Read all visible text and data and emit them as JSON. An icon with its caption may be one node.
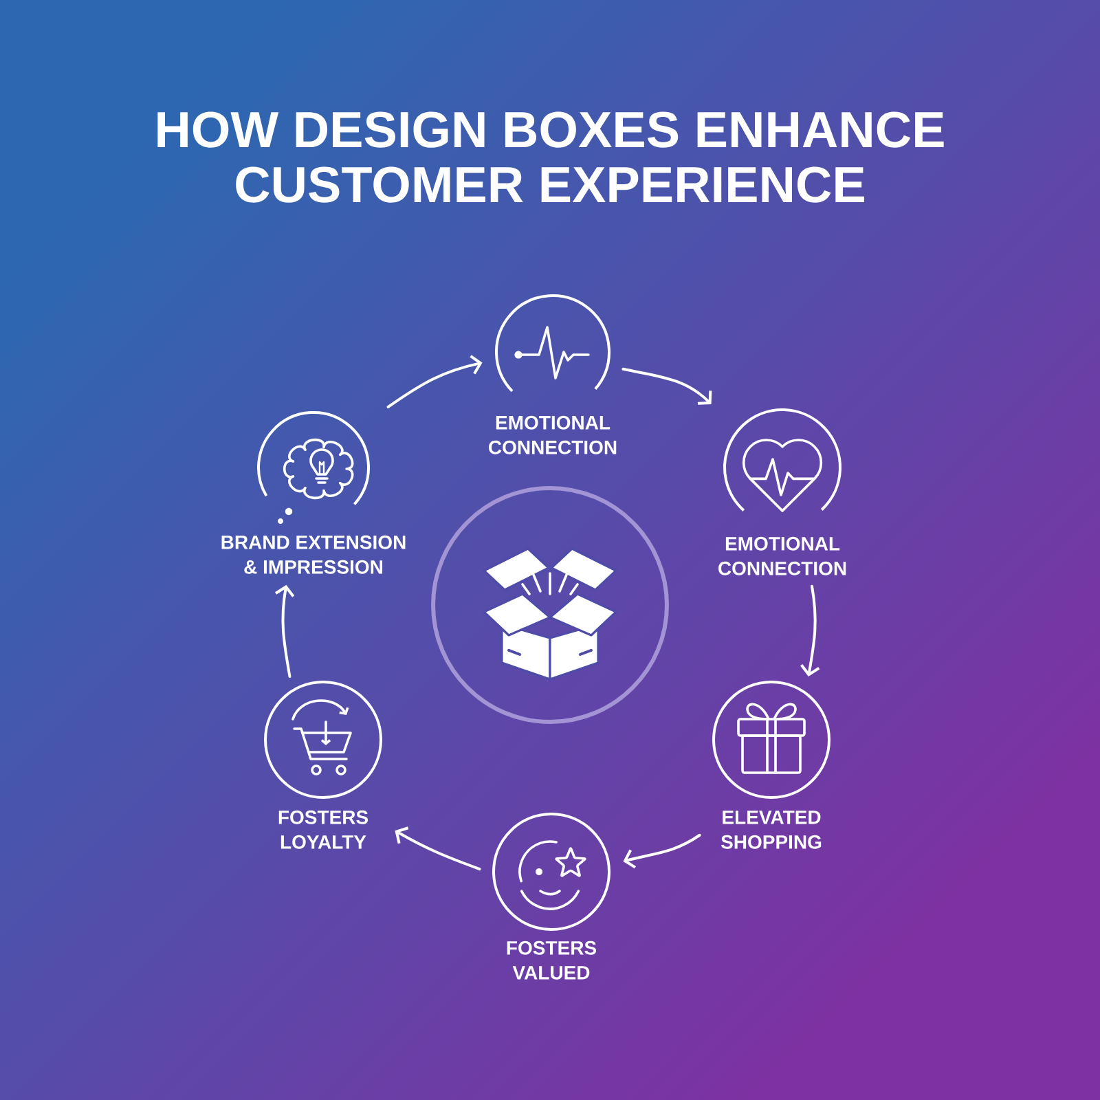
{
  "diagram": {
    "title": "HOW DESIGN BOXES ENHANCE CUSTOMER EXPERIENCE",
    "nodes": [
      {
        "text": [
          "EMOTIONAL CONNECTION"
        ]
      },
      {
        "text": [
          "EMOTIONAL CONNECTION"
        ]
      },
      {
        "text": [
          "ELEVATED SHOPPING"
        ]
      },
      {
        "text": [
          "FOSTERS VALUED"
        ]
      },
      {
        "text": [
          "FOSTERS LOYALTY"
        ]
      },
      {
        "text": [
          "BRAND EXTENSION & IMPRESSION"
        ]
      },
      {
        "text": [],
        "shape": "circle"
      }
    ],
    "edges": [
      {
        "from": 5,
        "to": 0,
        "arrow": "to"
      },
      {
        "from": 0,
        "to": 1,
        "arrow": "to"
      },
      {
        "from": 1,
        "to": 2,
        "arrow": "to"
      },
      {
        "from": 2,
        "to": 3,
        "arrow": "to"
      },
      {
        "from": 3,
        "to": 4,
        "arrow": "to"
      },
      {
        "from": 4,
        "to": 5,
        "arrow": "to"
      }
    ]
  }
}
